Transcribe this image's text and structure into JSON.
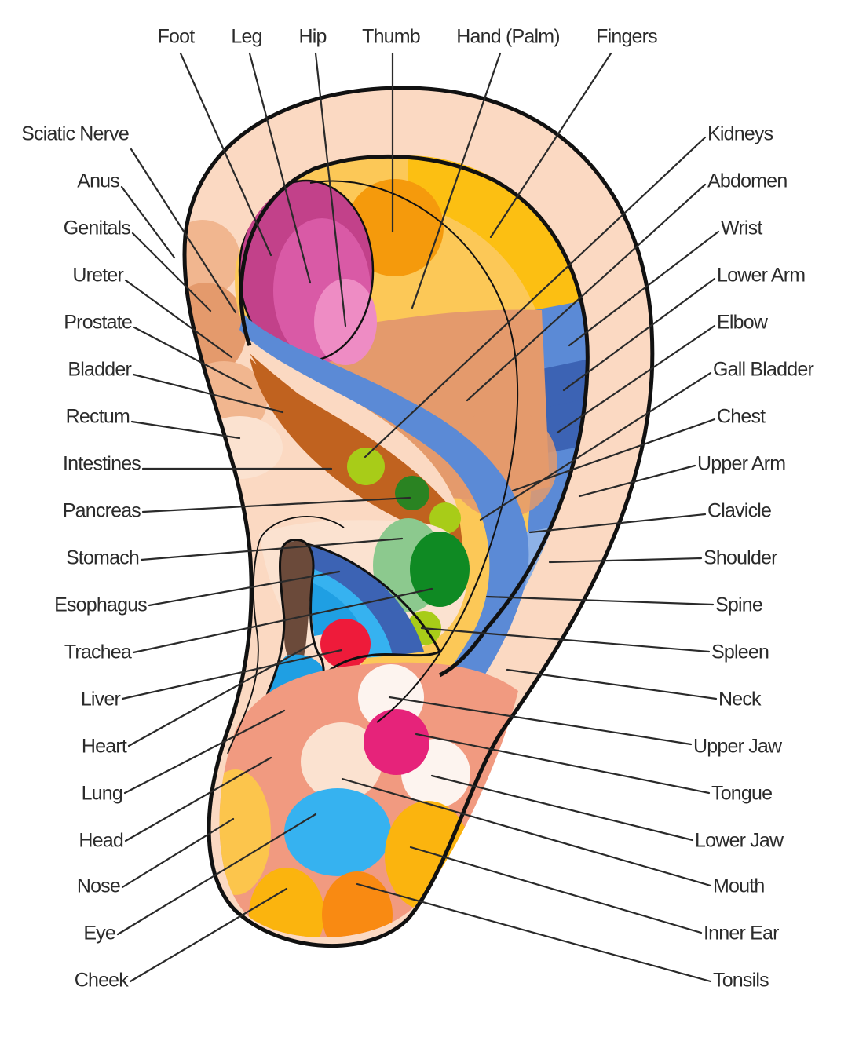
{
  "title": "Ear Reflexology Map",
  "colors": {
    "skin_light": "#fbd9c2",
    "skin_mid": "#f1b68f",
    "skin_tan": "#e49a6c",
    "rust": "#c0621f",
    "brown_dark": "#6b4a3a",
    "pink_dark": "#c2418a",
    "pink_mid": "#d95aa6",
    "pink_light": "#ee8cc4",
    "orange": "#f59a0c",
    "yellow": "#fcbf12",
    "yellow_light": "#fcc857",
    "blue_light": "#8db1e6",
    "blue_mid": "#5b8ad6",
    "blue_dark": "#3c63b4",
    "cyan": "#1f9fe3",
    "sky": "#36b2f0",
    "red": "#ee1b3a",
    "green_dark": "#0f8a23",
    "green_light": "#8cc98e",
    "lime": "#a8cc18",
    "magenta": "#e6237a",
    "salmon": "#f19a80",
    "white": "#fdf4ef",
    "cream": "#fbe2d0",
    "orange_lobe": "#f98a12",
    "gold": "#fbb40e",
    "gold_light": "#fcc54c"
  },
  "labels": {
    "top": [
      {
        "text": "Foot"
      },
      {
        "text": "Leg"
      },
      {
        "text": "Hip"
      },
      {
        "text": "Thumb"
      },
      {
        "text": "Hand (Palm)"
      },
      {
        "text": "Fingers"
      }
    ],
    "left": [
      {
        "text": "Sciatic Nerve"
      },
      {
        "text": "Anus"
      },
      {
        "text": "Genitals"
      },
      {
        "text": "Ureter"
      },
      {
        "text": "Prostate"
      },
      {
        "text": "Bladder"
      },
      {
        "text": "Rectum"
      },
      {
        "text": "Intestines"
      },
      {
        "text": "Pancreas"
      },
      {
        "text": "Stomach"
      },
      {
        "text": "Esophagus"
      },
      {
        "text": "Trachea"
      },
      {
        "text": "Liver"
      },
      {
        "text": "Heart"
      },
      {
        "text": "Lung"
      },
      {
        "text": "Head"
      },
      {
        "text": "Nose"
      },
      {
        "text": "Eye"
      },
      {
        "text": "Cheek"
      }
    ],
    "right": [
      {
        "text": "Kidneys"
      },
      {
        "text": "Abdomen"
      },
      {
        "text": "Wrist"
      },
      {
        "text": "Lower Arm"
      },
      {
        "text": "Elbow"
      },
      {
        "text": "Gall Bladder"
      },
      {
        "text": "Chest"
      },
      {
        "text": "Upper Arm"
      },
      {
        "text": "Clavicle"
      },
      {
        "text": "Shoulder"
      },
      {
        "text": "Spine"
      },
      {
        "text": "Spleen"
      },
      {
        "text": "Neck"
      },
      {
        "text": "Upper Jaw"
      },
      {
        "text": "Tongue"
      },
      {
        "text": "Lower Jaw"
      },
      {
        "text": "Mouth"
      },
      {
        "text": "Inner Ear"
      },
      {
        "text": "Tonsils"
      }
    ]
  }
}
